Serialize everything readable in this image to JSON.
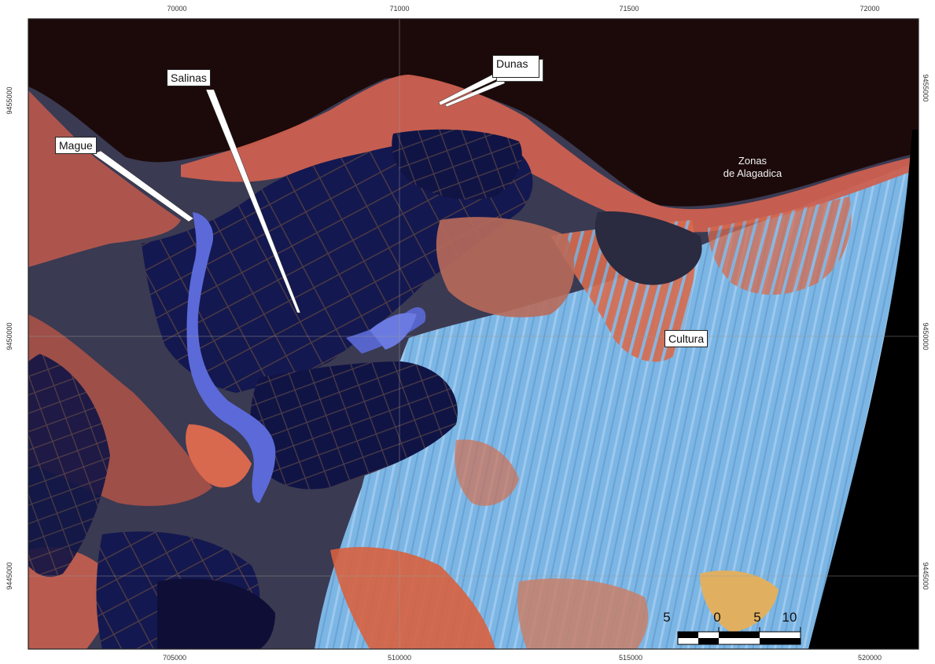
{
  "map": {
    "coords": {
      "top": [
        "70000",
        "71000",
        "71500",
        "72000"
      ],
      "bottom": [
        "705000",
        "510000",
        "515000",
        "520000"
      ],
      "left": [
        "9455000",
        "9450000",
        "9445000"
      ],
      "right": [
        "9455000",
        "9450000",
        "9445000"
      ]
    },
    "labels": {
      "salinas": "Salinas",
      "dunas": "Dunas",
      "mague": "Mague",
      "cultura": "Cultura",
      "zonas_line1": "Zonas",
      "zonas_line2": "de Alagadica"
    },
    "scale_bar": {
      "ticks": [
        "5",
        "0",
        "5",
        "10"
      ]
    },
    "colors": {
      "ocean": "#1c0a0a",
      "salinas_ponds": "#141850",
      "estuary_water": "#5b6ad8",
      "mangrove_soil": "#3a3a52",
      "dunes": "#d06655",
      "cultivated_land": "#78b8e6",
      "out_of_scene": "#000000"
    }
  }
}
